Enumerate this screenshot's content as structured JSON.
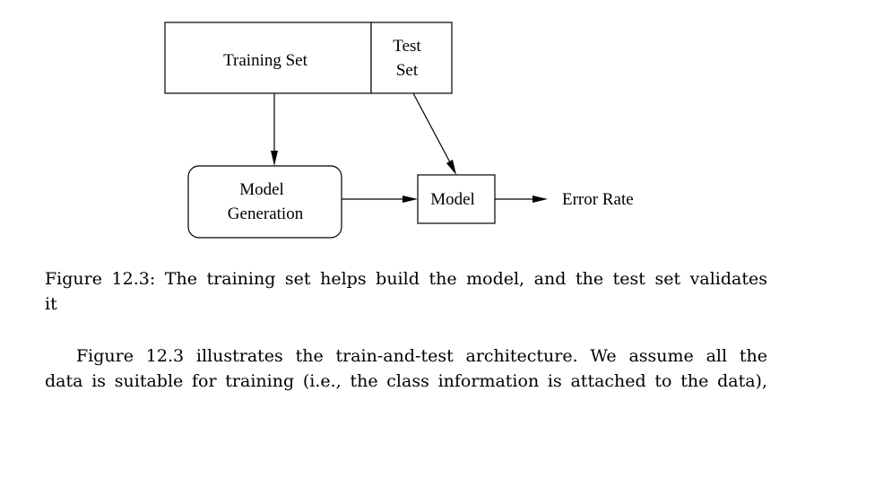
{
  "diagram": {
    "training_set_label": "Training Set",
    "test_set_line1": "Test",
    "test_set_line2": "Set",
    "model_generation_line1": "Model",
    "model_generation_line2": "Generation",
    "model_label": "Model",
    "error_rate_label": "Error Rate"
  },
  "caption": {
    "line1": "Figure 12.3: The training set helps build the model, and the test set validates",
    "line2": "it"
  },
  "paragraph": {
    "line1": "Figure 12.3 illustrates the train-and-test architecture. We assume all the",
    "line2": "data is suitable for training (i.e., the class information is attached to the data),"
  }
}
